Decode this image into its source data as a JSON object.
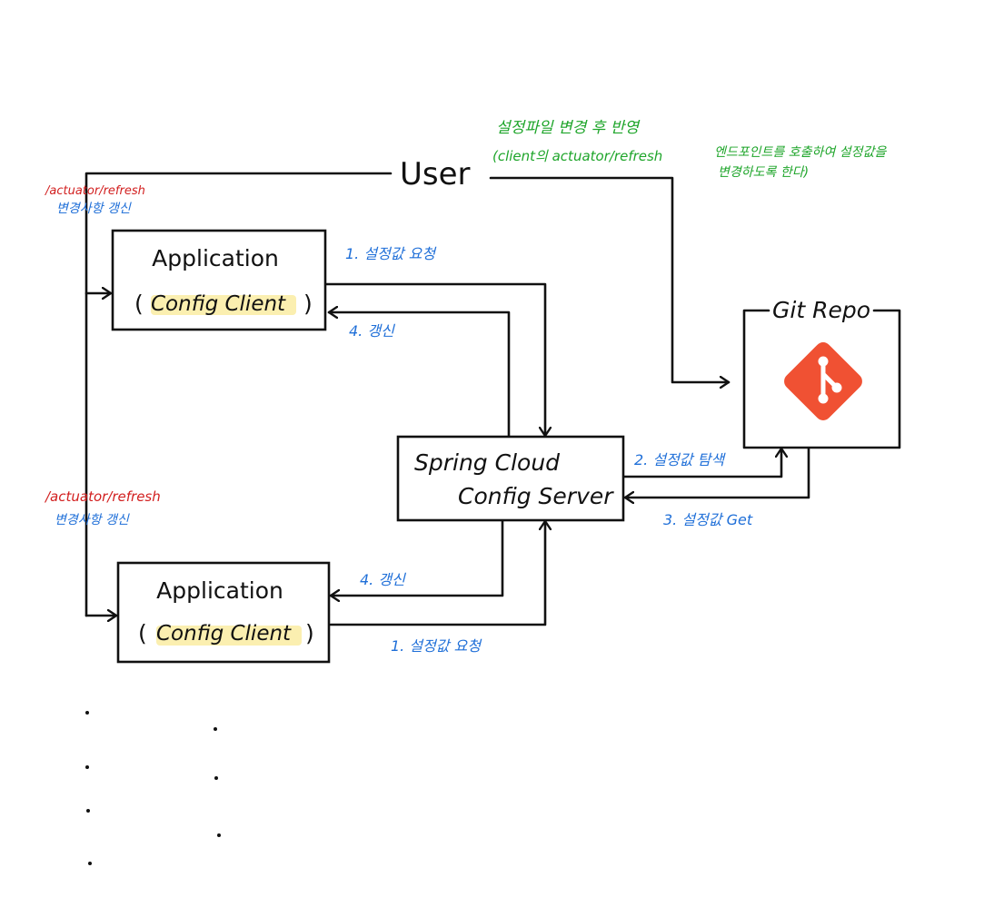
{
  "user": {
    "label": "User"
  },
  "git_repo": {
    "label": "Git Repo",
    "logo": "git-logo-icon",
    "logo_color": "#f05133"
  },
  "config_server": {
    "line1": "Spring Cloud",
    "line2": "Config Server"
  },
  "app_top": {
    "title": "Application",
    "open_paren": "(",
    "subtitle": "Config Client",
    "close_paren": ")"
  },
  "app_bottom": {
    "title": "Application",
    "open_paren": "(",
    "subtitle": "Config Client",
    "close_paren": ")"
  },
  "annotations": {
    "top_endpoint": "/actuator/refresh",
    "top_update": "변경사항 갱신",
    "bottom_endpoint": "/actuator/refresh",
    "bottom_update": "변경사항 갱신",
    "green_title": "설정파일 변경 후 반영",
    "green_line1a": "(client의 actuator/refresh",
    "green_line1b": "엔드포인트를 호출하여 설정값을",
    "green_line2": "변경하도록 한다)"
  },
  "steps": {
    "top_request": "1. 설정값 요청",
    "top_refresh": "4. 갱신",
    "search": "2. 설정값 탐색",
    "get": "3. 설정값 Get",
    "bottom_refresh": "4. 갱신",
    "bottom_request": "1. 설정값 요청"
  },
  "colors": {
    "blue": "#1f6fd8",
    "red": "#d21f1f",
    "green": "#1ea52a",
    "highlight": "#fbefb0"
  }
}
